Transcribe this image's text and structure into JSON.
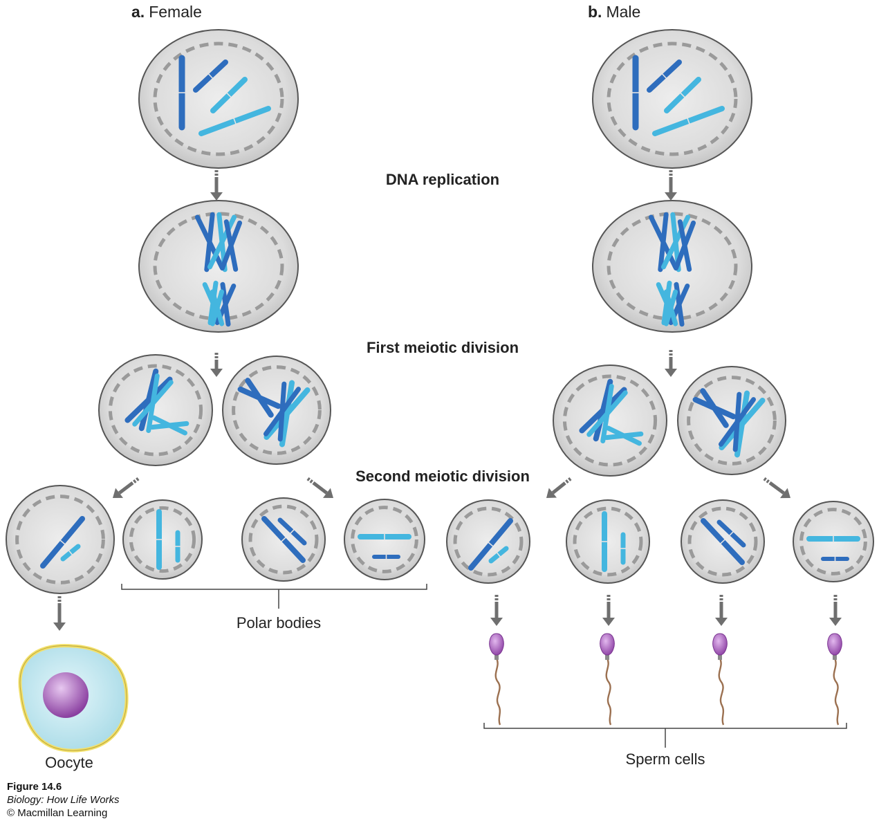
{
  "panels": {
    "female": {
      "letter": "a.",
      "name": "Female"
    },
    "male": {
      "letter": "b.",
      "name": "Male"
    }
  },
  "stages": {
    "dna_replication": "DNA replication",
    "first_division": "First meiotic division",
    "second_division": "Second meiotic division"
  },
  "products": {
    "polar_bodies": "Polar bodies",
    "oocyte": "Oocyte",
    "sperm_cells": "Sperm cells"
  },
  "caption": {
    "figure": "Figure 14.6",
    "book": "Biology: How Life Works",
    "publisher": "© Macmillan Learning"
  },
  "colors": {
    "cell_fill": "#dcdcdc",
    "cell_stroke": "#555555",
    "nucleus_dash": "#9a9a9a",
    "chromosome_dark": "#2e6dbd",
    "chromosome_light": "#44b6df",
    "arrow": "#6f6f6f",
    "oocyte_cytoplasm": "#bfe6ef",
    "oocyte_border": "#f2e06a",
    "oocyte_nucleus": "#a25bb6",
    "sperm_head": "#9b4fae",
    "sperm_tail": "#9b7050"
  }
}
